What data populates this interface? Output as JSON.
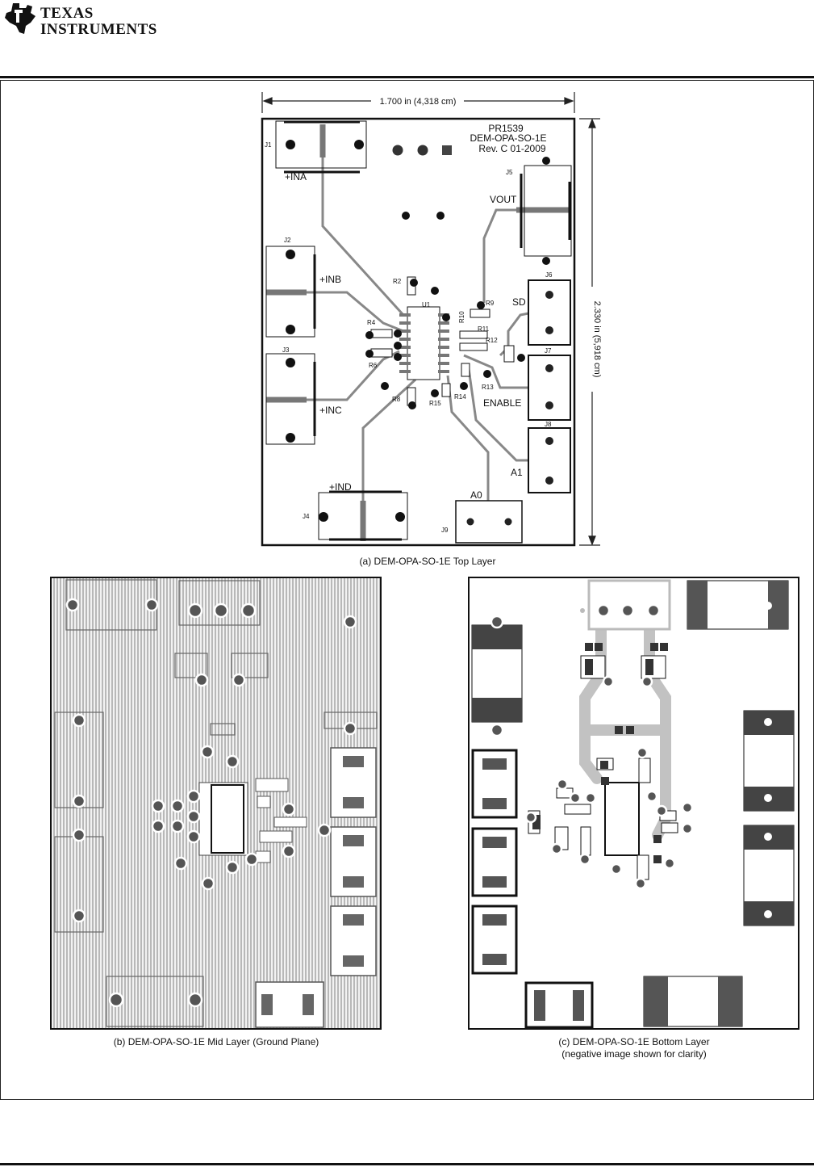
{
  "header": {
    "logo_line1": "TEXAS",
    "logo_line2": "INSTRUMENTS"
  },
  "figure_a": {
    "width_dim": "1.700 in (4,318 cm)",
    "height_dim": "2.330 in (5,918 cm)",
    "board_id": [
      "PR1539",
      "DEM-OPA-SO-1E",
      "Rev. C  01-2009"
    ],
    "connectors": [
      "J1",
      "J2",
      "J3",
      "J4",
      "J5",
      "J6",
      "J7",
      "J8",
      "J9"
    ],
    "net_labels": [
      "+INA",
      "+INB",
      "+INC",
      "+IND",
      "VOUT",
      "SD",
      "ENABLE",
      "A1",
      "A0"
    ],
    "components": [
      "U1",
      "R2",
      "R4",
      "R6",
      "R8",
      "R9",
      "R10",
      "R11",
      "R12",
      "R13",
      "R14",
      "R15"
    ],
    "caption": "(a) DEM-OPA-SO-1E Top Layer"
  },
  "figure_b": {
    "caption": "(b) DEM-OPA-SO-1E Mid Layer (Ground Plane)"
  },
  "figure_c": {
    "caption_line1": "(c) DEM-OPA-SO-1E Bottom Layer",
    "caption_line2": "(negative image shown for clarity)"
  }
}
